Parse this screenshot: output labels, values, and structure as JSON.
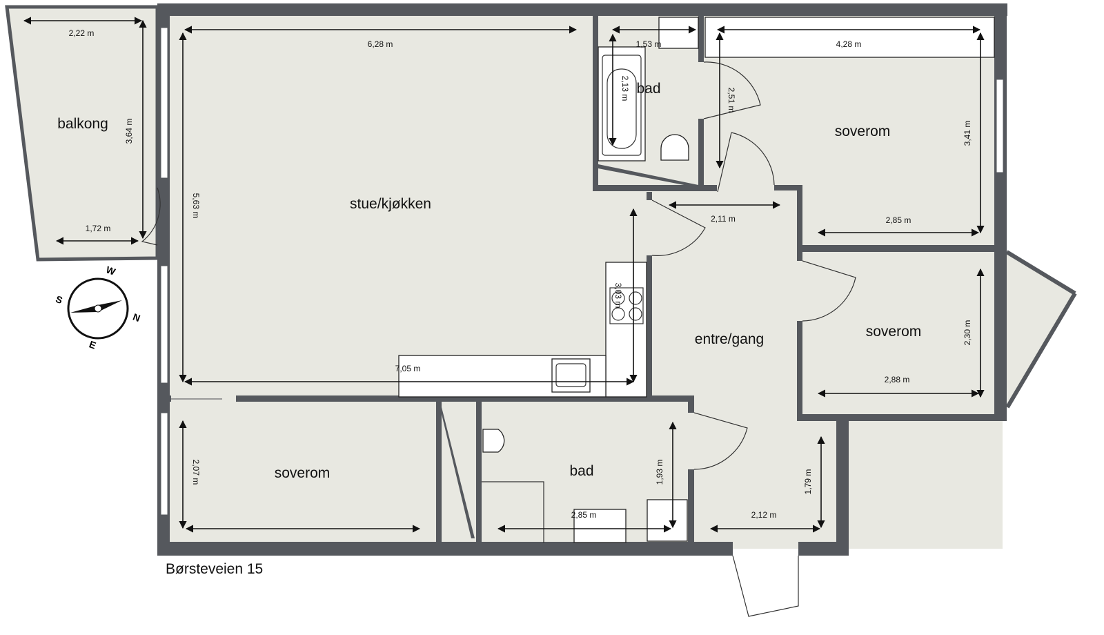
{
  "colors": {
    "wall": "#55585d",
    "floor": "#e8e8e1",
    "background": "#ffffff"
  },
  "address": "Børsteveien 15",
  "compass": {
    "icon": "compass-rose-icon",
    "labels": {
      "n": "N",
      "s": "S",
      "e": "E",
      "w": "W"
    }
  },
  "rooms": [
    {
      "label": "balkong"
    },
    {
      "label": "stue/kjøkken"
    },
    {
      "label": "bad"
    },
    {
      "label": "soverom"
    },
    {
      "label": "entre/gang"
    },
    {
      "label": "soverom"
    },
    {
      "label": "soverom"
    },
    {
      "label": "bad"
    }
  ],
  "dimensions": [
    "2,22 m",
    "3,64 m",
    "1,72 m",
    "6,28 m",
    "5,63 m",
    "7,05 m",
    "3,03 m",
    "1,53 m",
    "2,13 m",
    "2,51 m",
    "4,28 m",
    "3,41 m",
    "2,85 m",
    "2,11 m",
    "2,30 m",
    "2,88 m",
    "2,07 m",
    "1,93 m",
    "2,85 m",
    "2,12 m",
    "1,79 m"
  ]
}
